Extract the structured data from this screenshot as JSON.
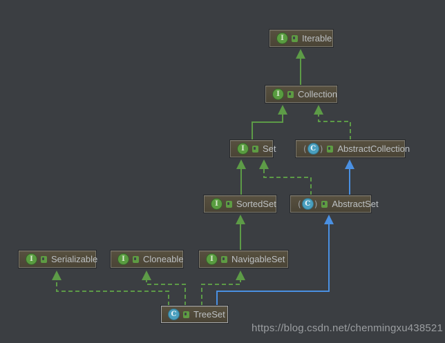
{
  "diagram": {
    "type": "uml-class-diagram",
    "subject": "TreeSet class hierarchy"
  },
  "icons": {
    "interface_letter": "I",
    "class_letter": "C",
    "paren_open": "(",
    "paren_close": ")",
    "key_icon": "public-key-icon"
  },
  "colors": {
    "background": "#3b3e42",
    "node_fill": "#4e4839",
    "node_border": "#7b786d",
    "selected_border": "#a8abae",
    "node_text": "#bcc0c3",
    "extends_green": "#5d9b47",
    "extends_blue": "#4a90e2",
    "interface_icon": "#599c40",
    "class_icon": "#4a9fbe",
    "watermark_text": "#9b9ea1"
  },
  "nodes": {
    "iterable": {
      "label": "Iterable",
      "kind": "interface"
    },
    "collection": {
      "label": "Collection",
      "kind": "interface"
    },
    "set": {
      "label": "Set",
      "kind": "interface"
    },
    "abstract_collection": {
      "label": "AbstractCollection",
      "kind": "abstract-class"
    },
    "sorted_set": {
      "label": "SortedSet",
      "kind": "interface"
    },
    "abstract_set": {
      "label": "AbstractSet",
      "kind": "abstract-class"
    },
    "serializable": {
      "label": "Serializable",
      "kind": "interface"
    },
    "cloneable": {
      "label": "Cloneable",
      "kind": "interface"
    },
    "navigable_set": {
      "label": "NavigableSet",
      "kind": "interface"
    },
    "tree_set": {
      "label": "TreeSet",
      "kind": "class",
      "selected": true
    }
  },
  "edges": [
    {
      "from": "Collection",
      "to": "Iterable",
      "relation": "extends",
      "style": "solid-green"
    },
    {
      "from": "Set",
      "to": "Collection",
      "relation": "extends",
      "style": "solid-green"
    },
    {
      "from": "AbstractCollection",
      "to": "Collection",
      "relation": "implements",
      "style": "dashed-green"
    },
    {
      "from": "SortedSet",
      "to": "Set",
      "relation": "extends",
      "style": "solid-green"
    },
    {
      "from": "AbstractSet",
      "to": "Set",
      "relation": "implements",
      "style": "dashed-green"
    },
    {
      "from": "AbstractSet",
      "to": "AbstractCollection",
      "relation": "extends",
      "style": "solid-blue"
    },
    {
      "from": "NavigableSet",
      "to": "SortedSet",
      "relation": "extends",
      "style": "solid-green"
    },
    {
      "from": "TreeSet",
      "to": "Serializable",
      "relation": "implements",
      "style": "dashed-green"
    },
    {
      "from": "TreeSet",
      "to": "Cloneable",
      "relation": "implements",
      "style": "dashed-green"
    },
    {
      "from": "TreeSet",
      "to": "NavigableSet",
      "relation": "implements",
      "style": "dashed-green"
    },
    {
      "from": "TreeSet",
      "to": "AbstractSet",
      "relation": "extends",
      "style": "solid-blue"
    }
  ],
  "watermark": {
    "text": "https://blog.csdn.net/chenmingxu438521"
  }
}
